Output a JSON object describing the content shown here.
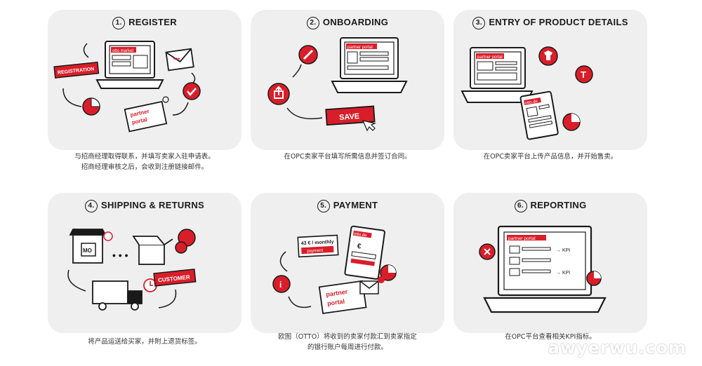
{
  "steps": [
    {
      "number": "1.",
      "title": "REGISTER",
      "desc_lines": [
        "与招商经理取得联系，并填写卖家入驻申请表。",
        "招商经理审核之后，会收到注册链接邮件。"
      ],
      "art_labels": {
        "registration": "REGISTRATION",
        "otto_market": "otto market",
        "stars": "***",
        "partner": "partner",
        "portal": "portal"
      }
    },
    {
      "number": "2.",
      "title": "ONBOARDING",
      "desc_lines": [
        "在OPC卖家平台填写所需信息并签订合同。"
      ],
      "art_labels": {
        "partner_portal": "partner portal",
        "save": "SAVE"
      }
    },
    {
      "number": "3.",
      "title": "ENTRY OF PRODUCT DETAILS",
      "desc_lines": [
        "在OPC卖家平台上传产品信息，并开始售卖。"
      ],
      "art_labels": {
        "partner_portal": "partner portal",
        "otto_de": "otto.de"
      }
    },
    {
      "number": "4.",
      "title": "SHIPPING & RETURNS",
      "desc_lines": [
        "将产品运送给买家，并附上退货标签。"
      ],
      "art_labels": {
        "customer": "CUSTOMER",
        "mo": "MO"
      }
    },
    {
      "number": "5.",
      "title": "PAYMENT",
      "desc_lines": [
        "欧图（OTTO）将收到的卖家付款汇到卖家指定",
        "的银行账户每周进行付款。"
      ],
      "art_labels": {
        "price": "43 € / monthly",
        "payment": "payment",
        "otto_de": "otto.de",
        "partner": "partner",
        "portal": "portal",
        "euro": "€"
      }
    },
    {
      "number": "6.",
      "title": "REPORTING",
      "desc_lines": [
        "在OPC平台查看相关KPI指标。"
      ],
      "art_labels": {
        "partner_portal": "partner portal",
        "kpi1": "→ KPI",
        "kpi2": "→ KPI"
      }
    }
  ],
  "watermark": "awyerwu.com",
  "colors": {
    "accent": "#d91e2a",
    "tile": "#efefef",
    "ink": "#1a1a1a"
  }
}
